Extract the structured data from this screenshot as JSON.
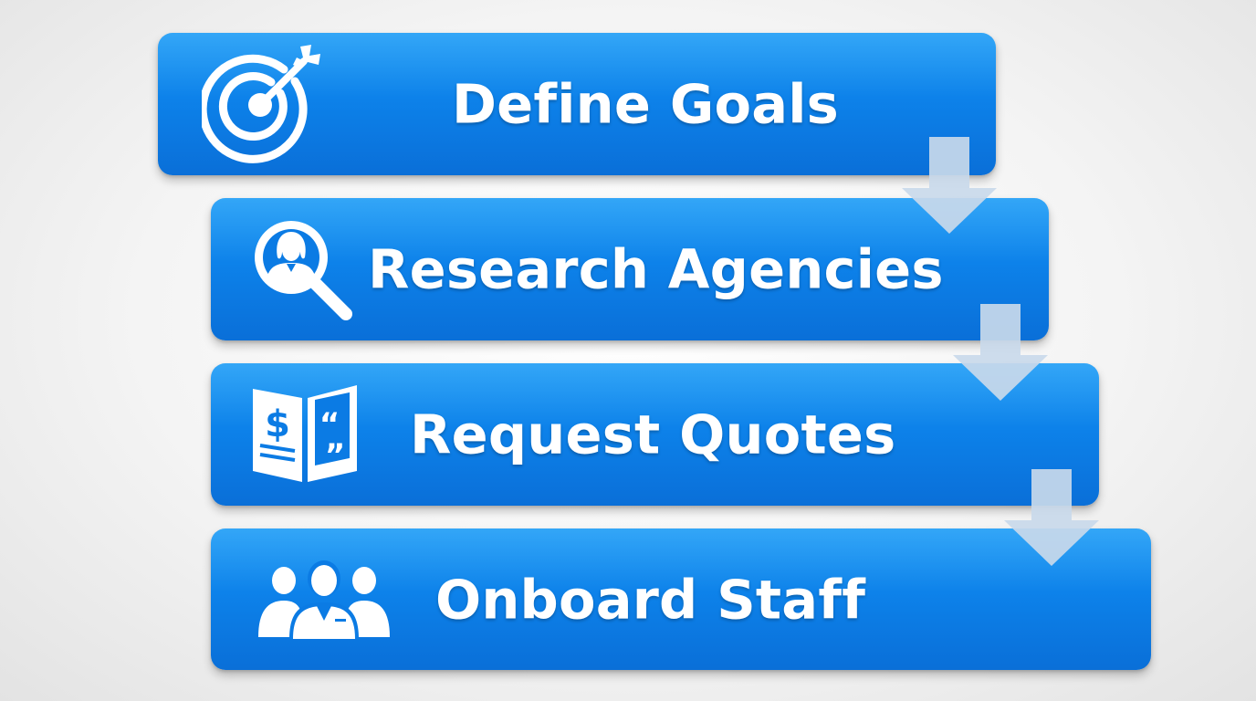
{
  "steps": [
    {
      "label": "Define Goals",
      "icon": "target-icon"
    },
    {
      "label": "Research Agencies",
      "icon": "magnifier-person-icon"
    },
    {
      "label": "Request Quotes",
      "icon": "quote-document-icon"
    },
    {
      "label": "Onboard Staff",
      "icon": "team-icon"
    }
  ],
  "colors": {
    "step_fill_top": "#1c9cf6",
    "step_fill_bottom": "#0a6fd8",
    "arrow_fill": "#c9d9ea",
    "text": "#ffffff"
  }
}
